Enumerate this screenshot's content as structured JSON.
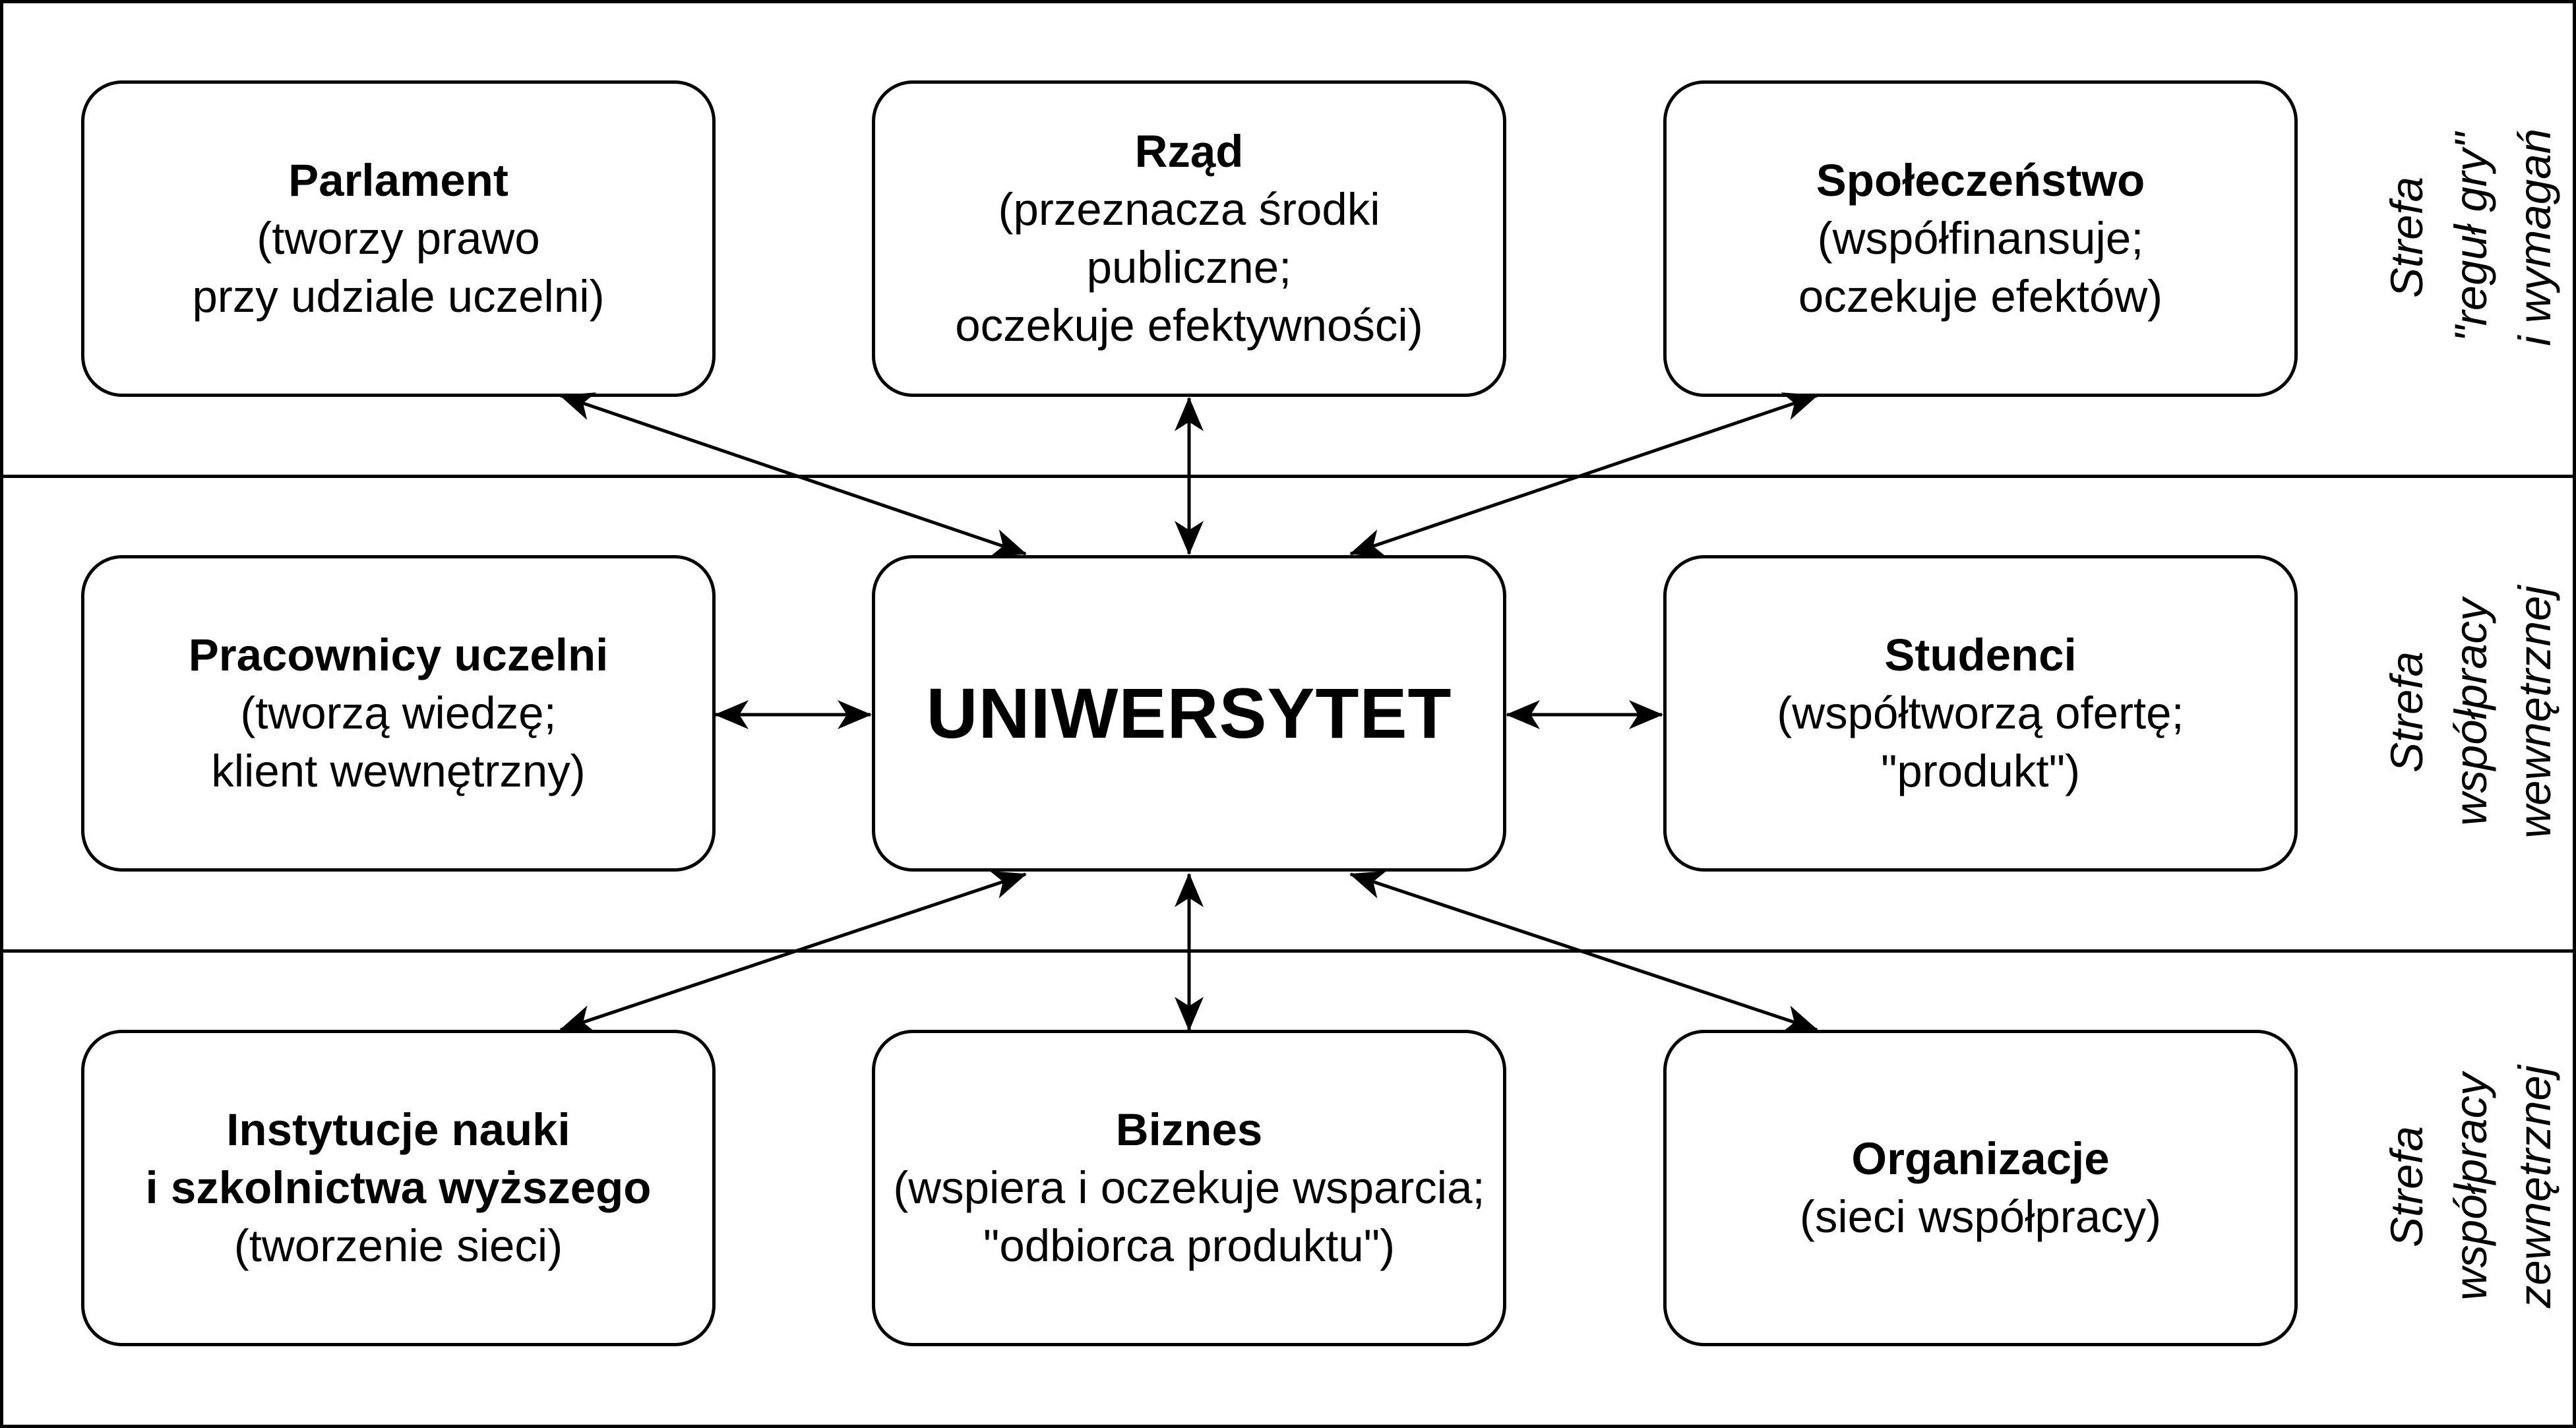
{
  "boxes": {
    "parlament": {
      "title": "Parlament",
      "desc": [
        "(tworzy prawo",
        "przy udziale uczelni)"
      ]
    },
    "rzad": {
      "title": "Rząd",
      "desc": [
        "(przeznacza środki",
        "publiczne;",
        "oczekuje efektywności)"
      ]
    },
    "spoleczenstwo": {
      "title": "Społeczeństwo",
      "desc": [
        "(współfinansuje;",
        "oczekuje efektów)"
      ]
    },
    "pracownicy": {
      "title": "Pracownicy uczelni",
      "desc": [
        "(tworzą wiedzę;",
        "klient wewnętrzny)"
      ]
    },
    "uniwersytet": {
      "title": "UNIWERSYTET"
    },
    "studenci": {
      "title": "Studenci",
      "desc": [
        "(współtworzą ofertę;",
        "\"produkt\")"
      ]
    },
    "instytucje": {
      "title": [
        "Instytucje nauki",
        "i szkolnictwa wyższego"
      ],
      "desc": [
        "(tworzenie sieci)"
      ]
    },
    "biznes": {
      "title": "Biznes",
      "desc": [
        "(wspiera i oczekuje wsparcia;",
        "\"odbiorca produktu\")"
      ]
    },
    "organizacje": {
      "title": "Organizacje",
      "desc": [
        "(sieci współpracy)"
      ]
    }
  },
  "zones": [
    {
      "lines": [
        "Strefa",
        "\"reguł gry\"",
        "i wymagań"
      ]
    },
    {
      "lines": [
        "Strefa",
        "współpracy",
        "wewnętrznej"
      ]
    },
    {
      "lines": [
        "Strefa",
        "współpracy",
        "zewnętrznej"
      ]
    }
  ],
  "connections": [
    [
      "uniwersytet",
      "parlament"
    ],
    [
      "uniwersytet",
      "rzad"
    ],
    [
      "uniwersytet",
      "spoleczenstwo"
    ],
    [
      "uniwersytet",
      "pracownicy"
    ],
    [
      "uniwersytet",
      "studenci"
    ],
    [
      "uniwersytet",
      "instytucje"
    ],
    [
      "uniwersytet",
      "biznes"
    ],
    [
      "uniwersytet",
      "organizacje"
    ]
  ]
}
